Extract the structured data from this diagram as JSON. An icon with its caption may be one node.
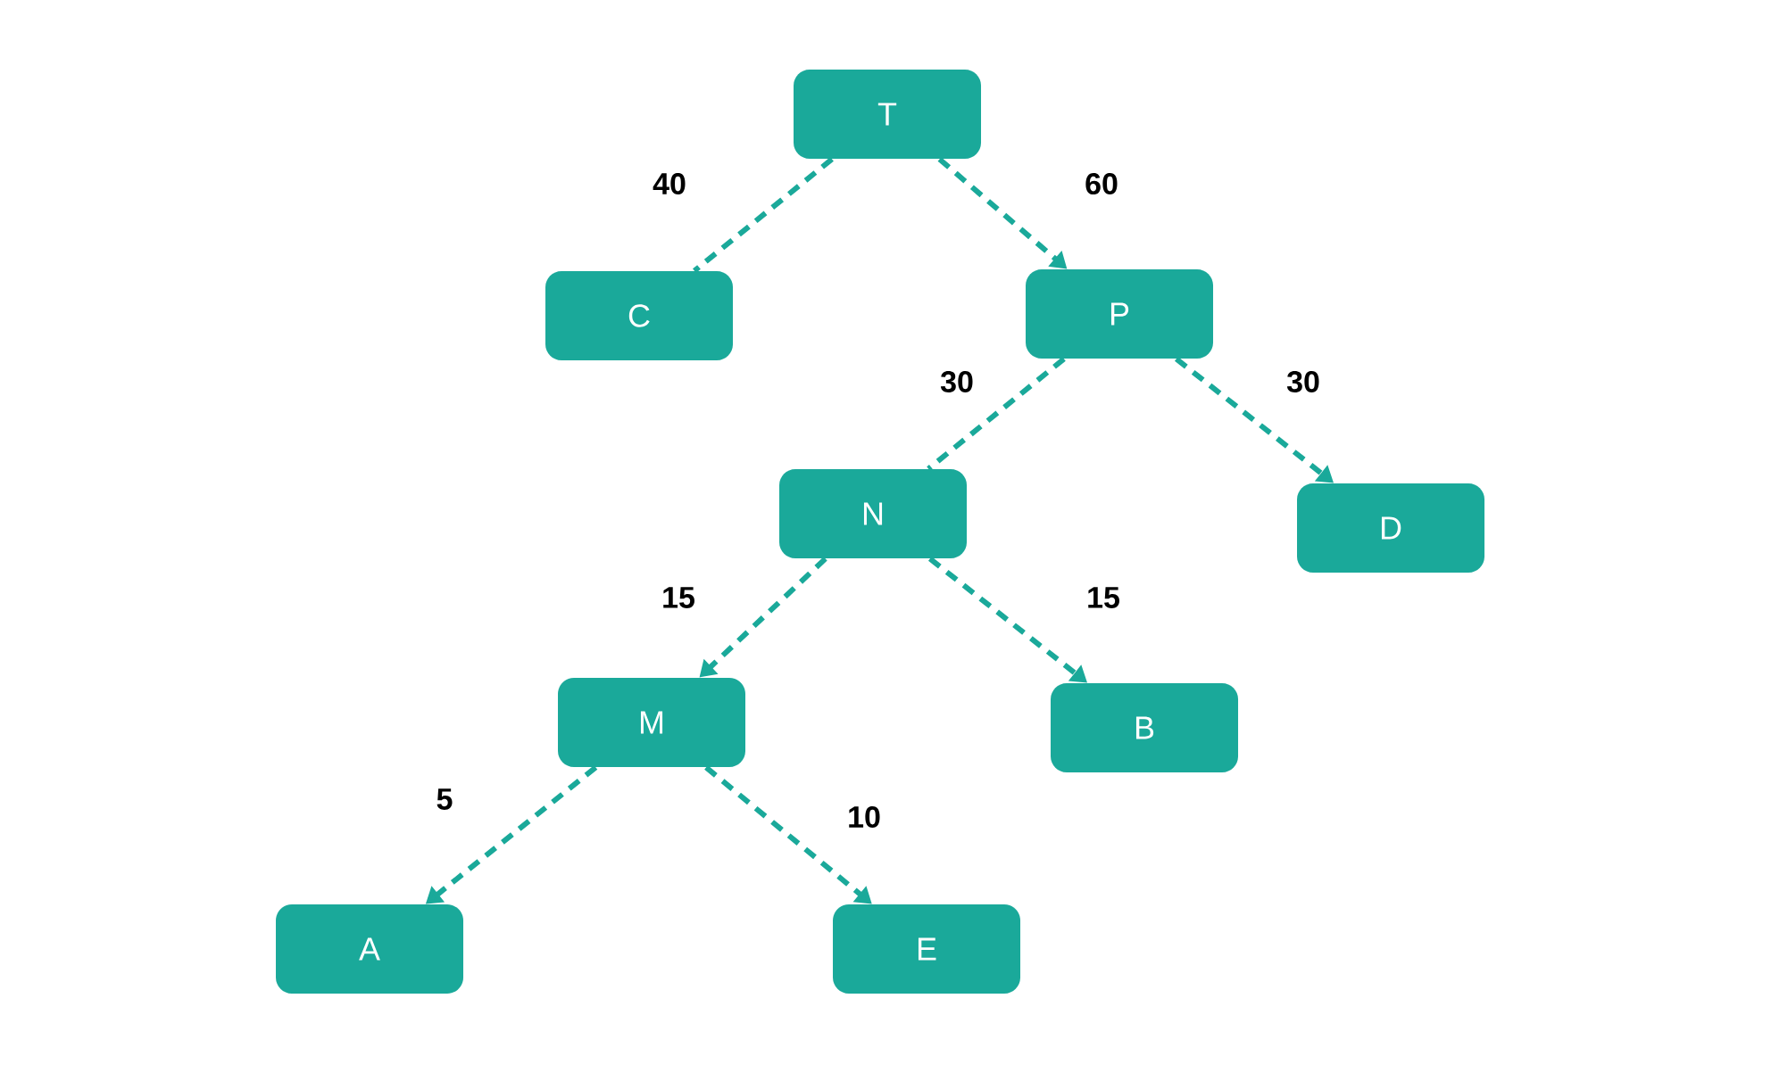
{
  "diagram": {
    "nodes": [
      {
        "text": [
          "T"
        ]
      },
      {
        "text": [
          "C"
        ]
      },
      {
        "text": [
          "P"
        ]
      },
      {
        "text": [
          "N"
        ]
      },
      {
        "text": [
          "D"
        ]
      },
      {
        "text": [
          "M"
        ]
      },
      {
        "text": [
          "B"
        ]
      },
      {
        "text": [
          "A"
        ]
      },
      {
        "text": [
          "E"
        ]
      }
    ],
    "edges": [
      {
        "from": 0,
        "to": 1,
        "arrow": "none",
        "label": "40",
        "style": "dashed"
      },
      {
        "from": 0,
        "to": 2,
        "arrow": "to",
        "label": "60",
        "style": "dashed"
      },
      {
        "from": 2,
        "to": 3,
        "arrow": "none",
        "label": "30",
        "style": "dashed"
      },
      {
        "from": 2,
        "to": 4,
        "arrow": "to",
        "label": "30",
        "style": "dashed"
      },
      {
        "from": 3,
        "to": 5,
        "arrow": "to",
        "label": "15",
        "style": "dashed"
      },
      {
        "from": 3,
        "to": 6,
        "arrow": "to",
        "label": "15",
        "style": "dashed"
      },
      {
        "from": 5,
        "to": 7,
        "arrow": "to",
        "label": "5",
        "style": "dashed"
      },
      {
        "from": 5,
        "to": 8,
        "arrow": "to",
        "label": "10",
        "style": "dashed"
      }
    ]
  }
}
